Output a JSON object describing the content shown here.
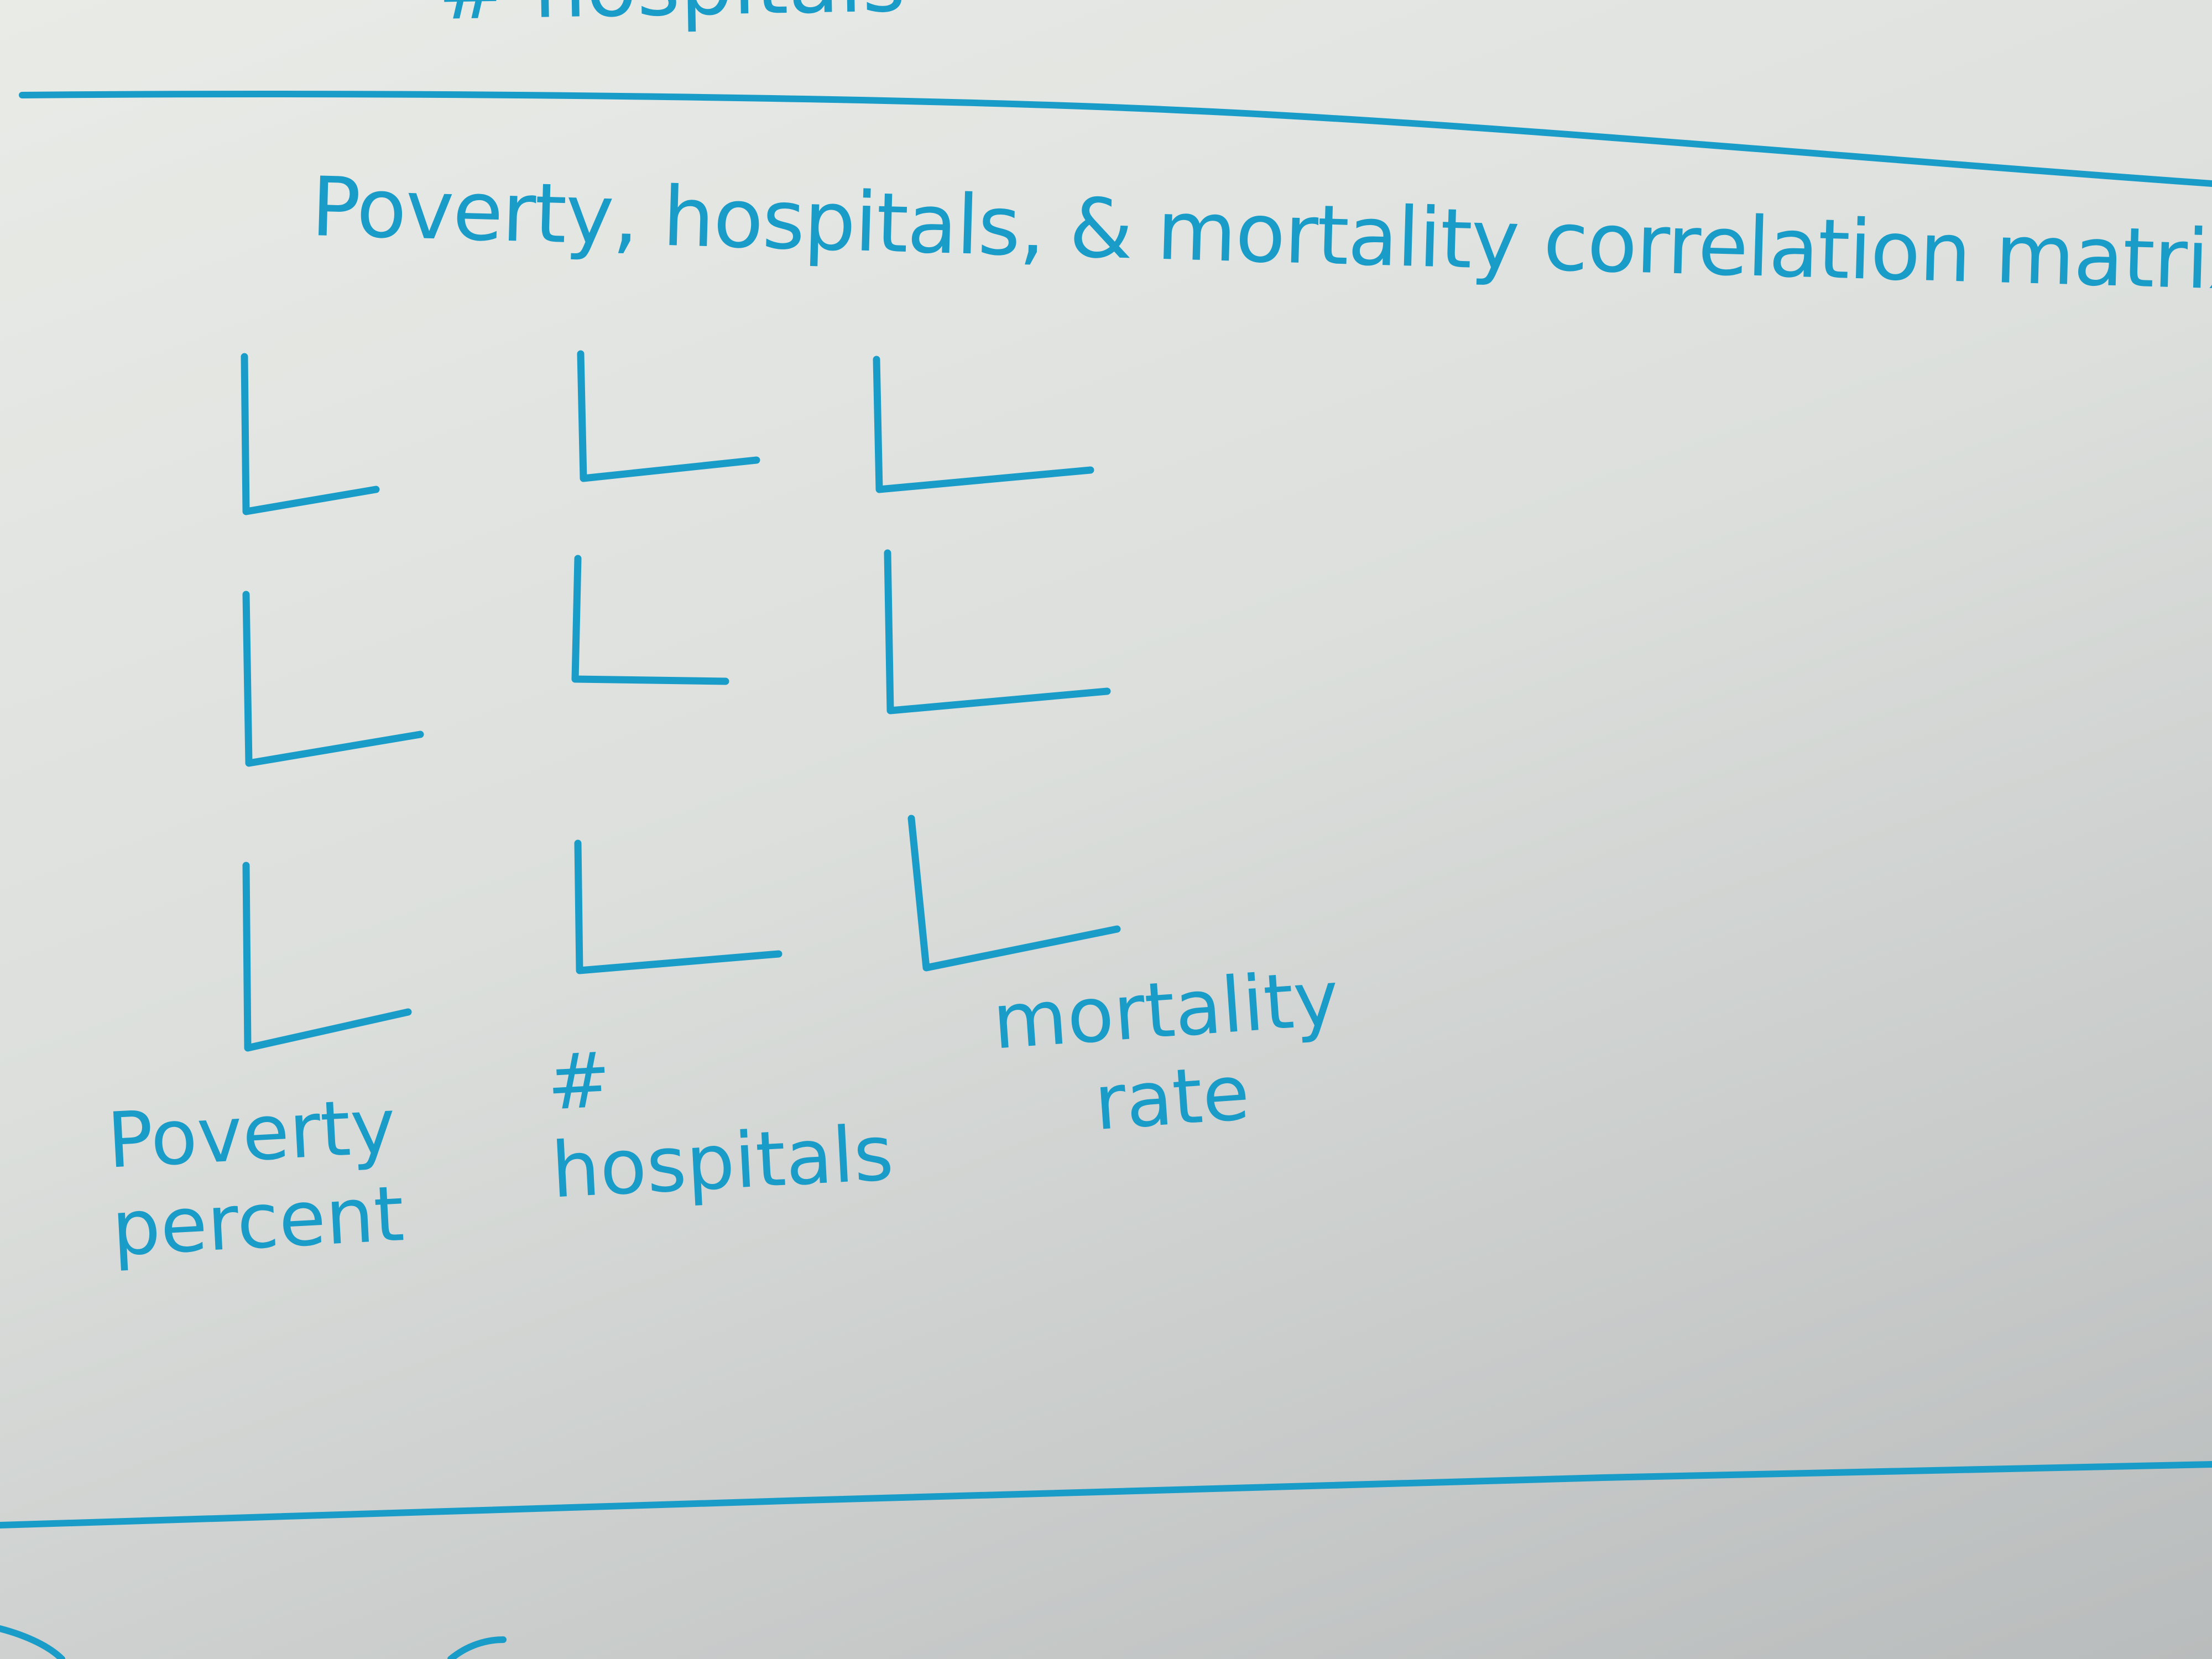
{
  "page": {
    "top_fragment": "# hospitals",
    "title": "Poverty, hospitals, & mortality correlation matrix",
    "ink_color": "#1a9cc8",
    "paper_color": "#e4e6e3"
  },
  "matrix": {
    "rows": 3,
    "cols": 3,
    "cell_shape": "L-shaped axes (empty plot placeholder)",
    "column_labels": [
      {
        "line1": "Poverty",
        "line2": "percent"
      },
      {
        "line1": "#",
        "line2": "hospitals"
      },
      {
        "line1": "mortality",
        "line2": "rate"
      }
    ]
  }
}
